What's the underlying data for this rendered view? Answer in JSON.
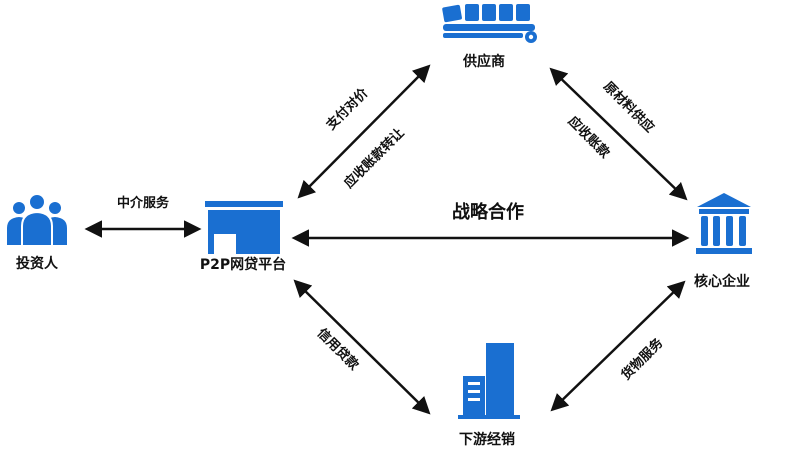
{
  "colors": {
    "accent": "#1a6fd1",
    "arrow": "#111111"
  },
  "nodes": {
    "investor": {
      "label": "投资人",
      "icon": "people-icon"
    },
    "platform": {
      "label": "P2P网贷平台",
      "icon": "store-icon"
    },
    "supplier": {
      "label": "供应商",
      "icon": "conveyor-icon"
    },
    "core": {
      "label": "核心企业",
      "icon": "bank-icon"
    },
    "downstream": {
      "label": "下游经销",
      "icon": "building-icon"
    }
  },
  "edges": {
    "investor_platform": "中介服务",
    "platform_core": "战略合作",
    "supplier_platform_a": "支付对价",
    "supplier_platform_b": "应收账款转让",
    "supplier_core_a": "原材料供应",
    "supplier_core_b": "应收账款",
    "platform_downstream": "信用贷款",
    "downstream_core": "货物服务"
  }
}
